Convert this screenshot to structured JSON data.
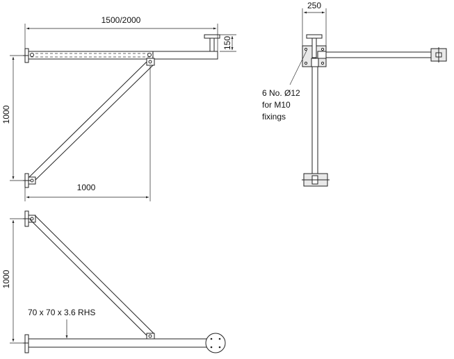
{
  "labels": {
    "top_span": "1500/2000",
    "top_height": "150",
    "plan_width": "250",
    "left_vertical": "1000",
    "left_horizontal": "1000",
    "bottom_vertical": "1000",
    "section": "70 x 70 x 3.6 RHS",
    "fixings_line1": "6 No. Ø12",
    "fixings_line2": "for M10",
    "fixings_line3": "fixings"
  }
}
